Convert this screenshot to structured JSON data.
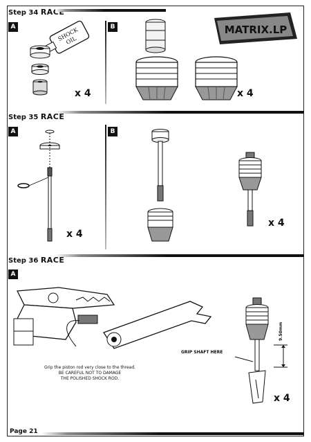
{
  "steps": [
    {
      "label": "Step 34",
      "title": "RACE"
    },
    {
      "label": "Step 35",
      "title": "RACE"
    },
    {
      "label": "Step 36",
      "title": "RACE"
    }
  ],
  "badges": {
    "a": "A",
    "b": "B"
  },
  "quantities": {
    "x4": "x 4"
  },
  "bottle": {
    "line1": "SHOCK",
    "line2": "OIL"
  },
  "logo_text": "MATRIX.LP",
  "step36": {
    "note_line1": "Grip the piston rod very close to the thread.",
    "note_line2": "BE CAREFUL NOT TO DAMAGE",
    "note_line3": "THE POLISHED SHOCK ROD.",
    "grip_label": "GRIP SHAFT HERE",
    "dimension": "9.50mm"
  },
  "footer": {
    "page": "Page 21"
  }
}
